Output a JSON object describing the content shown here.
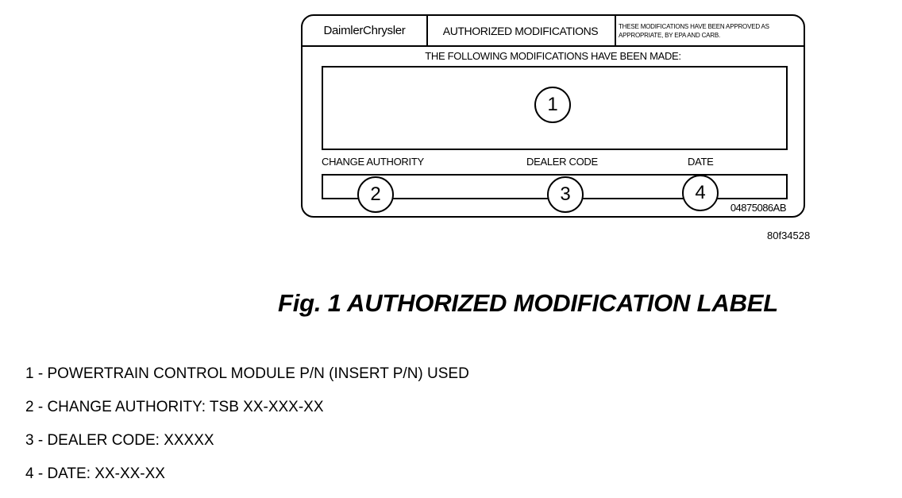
{
  "label": {
    "brand": "DaimlerChrysler",
    "title": "AUTHORIZED MODIFICATIONS",
    "approved_notice": "THESE MODIFICATIONS HAVE BEEN APPROVED AS APPROPRIATE, BY EPA AND CARB.",
    "made_text": "THE FOLLOWING MODIFICATIONS HAVE BEEN MADE:",
    "change_authority": "CHANGE AUTHORITY",
    "dealer_code": "DEALER CODE",
    "date": "DATE",
    "part_number": "04875086AB",
    "callouts": [
      "1",
      "2",
      "3",
      "4"
    ]
  },
  "figure": {
    "id": "80f34528",
    "caption": "Fig. 1 AUTHORIZED MODIFICATION LABEL"
  },
  "legend": [
    "1 - POWERTRAIN CONTROL MODULE P/N (INSERT P/N) USED",
    "2 - CHANGE AUTHORITY: TSB XX-XXX-XX",
    "3 - DEALER CODE: XXXXX",
    "4 - DATE: XX-XX-XX"
  ]
}
